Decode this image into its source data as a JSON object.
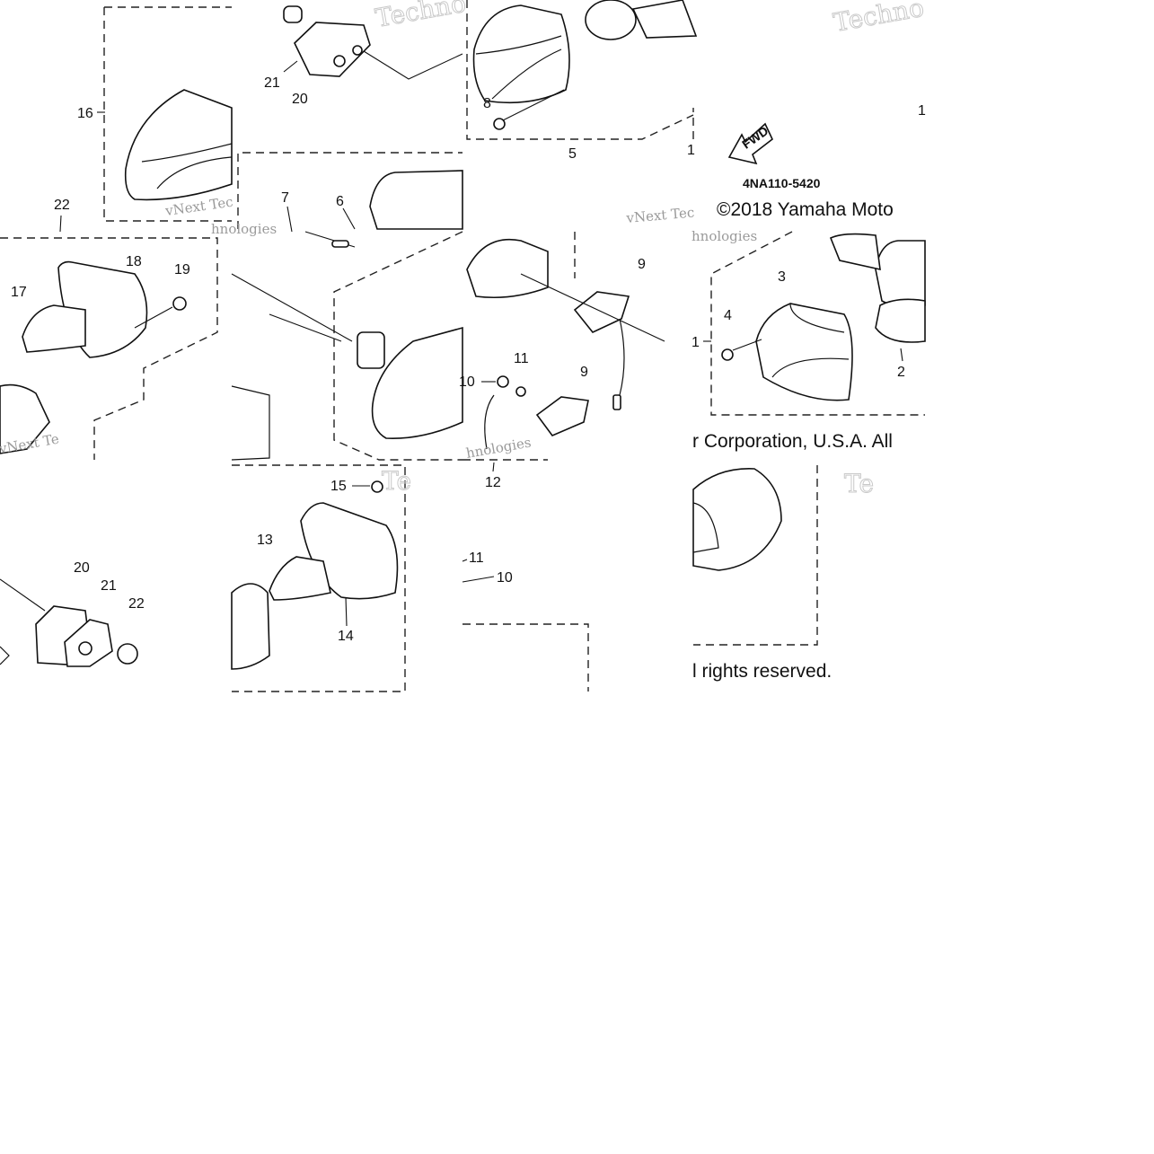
{
  "diagram": {
    "part_code": "4NA110-5420",
    "copyright_line_1": "©2018 Yamaha Moto",
    "copyright_line_2": "r Corporation, U.S.A. All",
    "copyright_line_3": "l rights reserved.",
    "fwd_arrow_label": "FWD",
    "watermark_brand": "vNext Technologies",
    "watermarks": [
      "Techno",
      "Techno",
      "vNext Tec",
      "hnologies",
      "vNext Te",
      "hnologies",
      "hnologies",
      "Te",
      "Te"
    ],
    "callouts": [
      "16",
      "22",
      "21",
      "20",
      "8",
      "5",
      "7",
      "6",
      "18",
      "19",
      "17",
      "9",
      "3",
      "4",
      "1",
      "2",
      "10",
      "11",
      "9",
      "12",
      "15",
      "13",
      "14",
      "20",
      "21",
      "22",
      "11",
      "10",
      "1",
      "1"
    ]
  }
}
